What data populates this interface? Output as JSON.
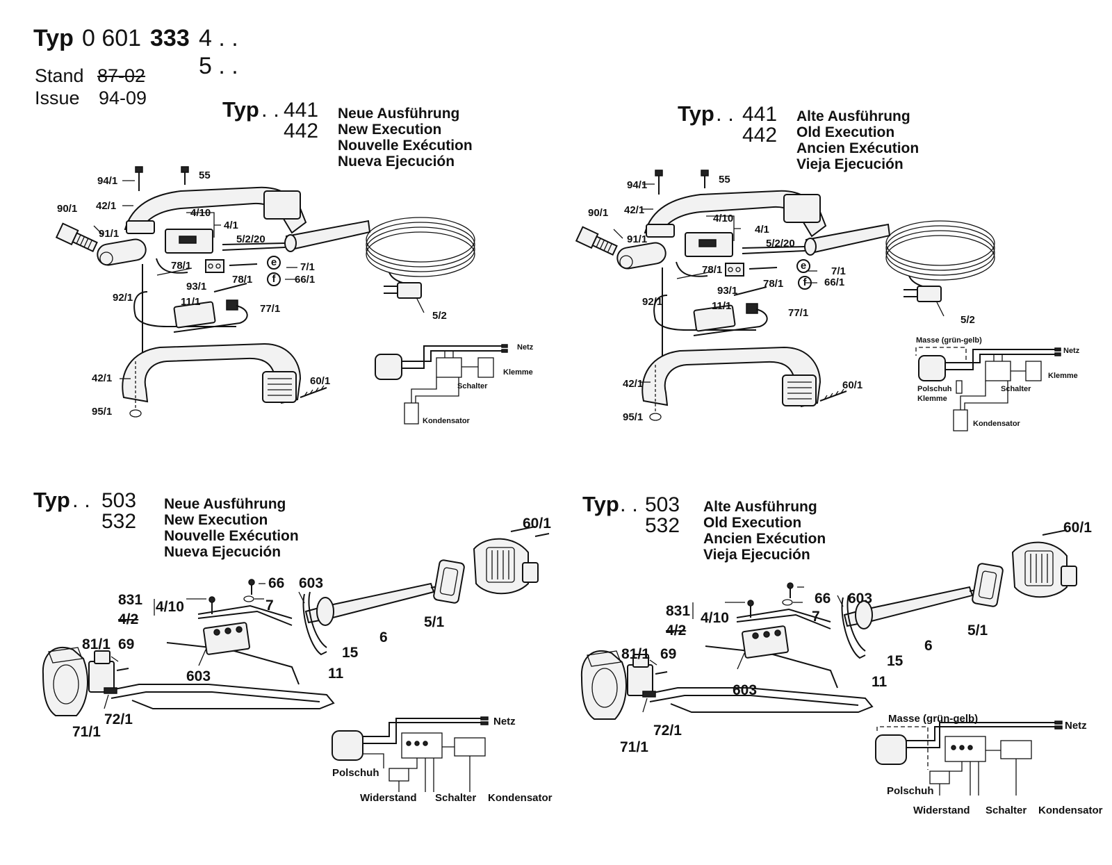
{
  "header": {
    "typ": "Typ",
    "number_prefix": "0 601",
    "number_bold": "333",
    "suffix1": "4 . .",
    "suffix2": "5 . .",
    "stand_label": "Stand",
    "stand_old": "87-02",
    "issue_label": "Issue",
    "issue_value": "94-09"
  },
  "panels": {
    "tl": {
      "typ": "Typ",
      "dots": ". .",
      "num1": "441",
      "num2": "442",
      "desc": [
        "Neue Ausführung",
        "New Execution",
        "Nouvelle Exécution",
        "Nueva Ejecución"
      ]
    },
    "tr": {
      "typ": "Typ",
      "dots": ". .",
      "num1": "441",
      "num2": "442",
      "desc": [
        "Alte Ausführung",
        "Old Execution",
        "Ancien Exécution",
        "Vieja Ejecución"
      ]
    },
    "bl": {
      "typ": "Typ",
      "dots": ". .",
      "num1": "503",
      "num2": "532",
      "desc": [
        "Neue Ausführung",
        "New Execution",
        "Nouvelle Exécution",
        "Nueva Ejecución"
      ]
    },
    "br": {
      "typ": "Typ",
      "dots": ". .",
      "num1": "503",
      "num2": "532",
      "desc": [
        "Alte Ausführung",
        "Old Execution",
        "Ancien Exécution",
        "Vieja Ejecución"
      ]
    }
  },
  "part_labels": {
    "tl": [
      "94/1",
      "55",
      "42/1",
      "90/1",
      "4/10",
      "4/1",
      "91/1",
      "5/2/20",
      "78/1",
      "e",
      "7/1",
      "93/1",
      "78/1",
      "f",
      "66/1",
      "92/1",
      "11/1",
      "77/1",
      "5/2",
      "42/1",
      "60/1",
      "95/1"
    ],
    "tr": [
      "94/1",
      "55",
      "42/1",
      "90/1",
      "4/10",
      "4/1",
      "91/1",
      "5/2/20",
      "78/1",
      "e",
      "7/1",
      "93/1",
      "78/1",
      "f",
      "66/1",
      "92/1",
      "11/1",
      "77/1",
      "5/2",
      "42/1",
      "60/1",
      "95/1"
    ],
    "bl": [
      "60/1",
      "66",
      "603",
      "7",
      "831",
      "4/10",
      "4/2",
      "5/1",
      "6",
      "15",
      "81/1",
      "69",
      "603",
      "11",
      "72/1",
      "71/1"
    ],
    "br": [
      "60/1",
      "66",
      "603",
      "7",
      "831",
      "4/10",
      "4/2",
      "5/1",
      "6",
      "15",
      "81/1",
      "69",
      "603",
      "11",
      "72/1",
      "71/1"
    ]
  },
  "wiring_labels": {
    "tl": [
      "Netz",
      "Klemme",
      "Schalter",
      "Kondensator"
    ],
    "tr": [
      "Masse (grün-gelb)",
      "Netz",
      "Klemme",
      "Polschuh",
      "Klemme",
      "Schalter",
      "Kondensator"
    ],
    "bl": [
      "Netz",
      "Polschuh",
      "Widerstand",
      "Schalter",
      "Kondensator"
    ],
    "br": [
      "Masse (grün-gelb)",
      "Netz",
      "Polschuh",
      "Widerstand",
      "Schalter",
      "Kondensator"
    ]
  }
}
